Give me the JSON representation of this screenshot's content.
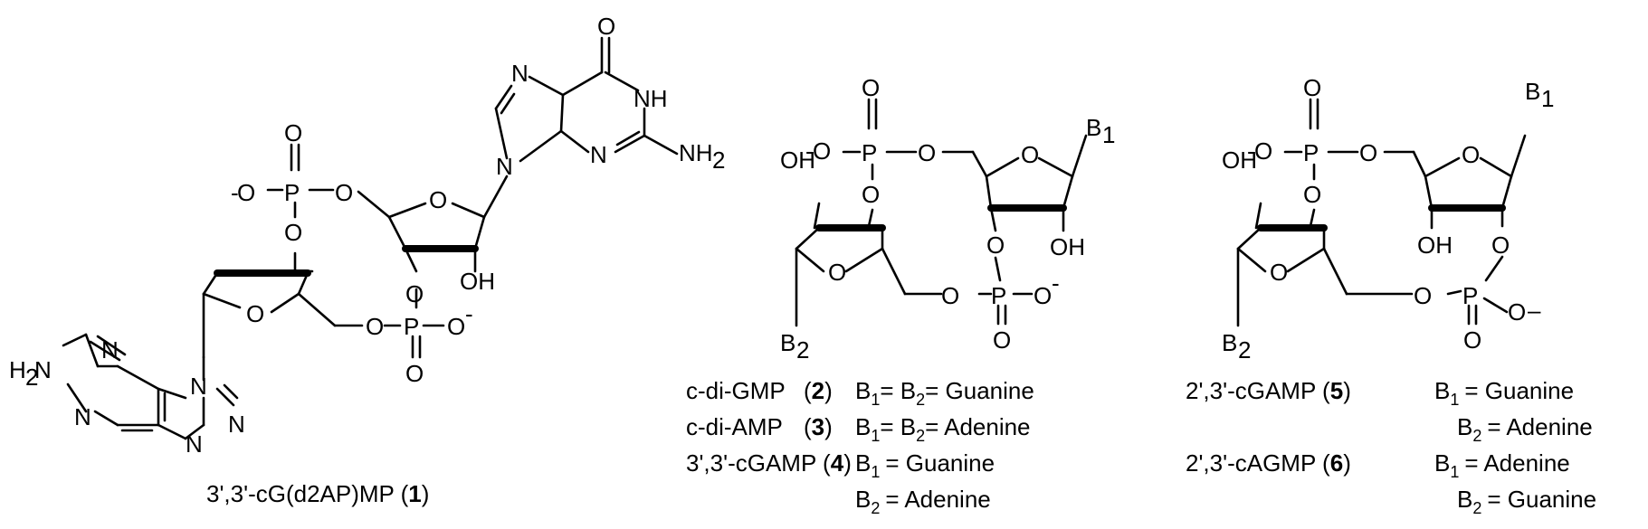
{
  "atoms": {
    "O": "O",
    "OH": "OH",
    "P": "P",
    "N": "N",
    "NH": "NH",
    "NH2": "NH",
    "H2N": "H",
    "H2N_tail": "N",
    "sub2": "2",
    "minus": "-",
    "minus_long": "–",
    "B": "B",
    "sub1": "1"
  },
  "compound1": {
    "name": "3',3'-cG(d2AP)MP (",
    "number": "1",
    "close": ")"
  },
  "legend_left": {
    "rows": [
      {
        "name": "c-di-GMP",
        "paren_open": "(",
        "number": "2",
        "paren_close": ")",
        "assign": "= B",
        "assign2": "= Guanine"
      },
      {
        "name": "c-di-AMP",
        "paren_open": "(",
        "number": "3",
        "paren_close": ")",
        "assign": "= B",
        "assign2": "= Adenine"
      },
      {
        "name": "3',3'-cGAMP (",
        "number": "4",
        "paren_close": ")",
        "assign": "= Guanine"
      },
      {
        "assign": "= Adenine"
      }
    ]
  },
  "legend_right": {
    "rows": [
      {
        "name": "2',3'-cGAMP (",
        "number": "5",
        "paren_close": ")",
        "assign": "= Guanine"
      },
      {
        "assign": "= Adenine"
      },
      {
        "name": "2',3'-cAGMP (",
        "number": "6",
        "paren_close": ")",
        "assign": "= Adenine"
      },
      {
        "assign": "= Guanine"
      }
    ]
  }
}
